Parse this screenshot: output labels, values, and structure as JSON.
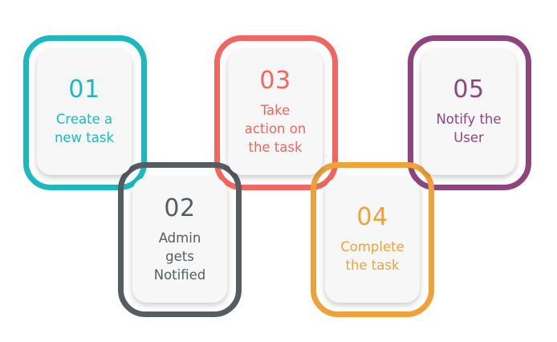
{
  "steps": [
    {
      "number": "01",
      "label": "Create a\nnew task",
      "color": "#1bb9bf"
    },
    {
      "number": "02",
      "label": "Admin\ngets\nNotified",
      "color": "#555d61"
    },
    {
      "number": "03",
      "label": "Take\naction on\nthe task",
      "color": "#f1675f"
    },
    {
      "number": "04",
      "label": "Complete\nthe task",
      "color": "#f0a23a"
    },
    {
      "number": "05",
      "label": "Notify the\nUser",
      "color": "#8e457e"
    }
  ]
}
